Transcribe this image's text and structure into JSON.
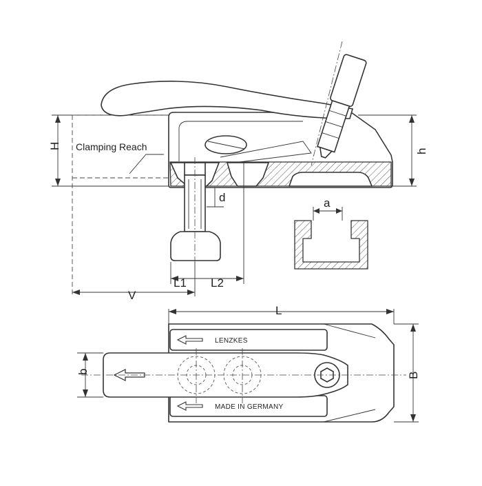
{
  "labels": {
    "clamping_reach": "Clamping Reach",
    "H": "H",
    "h": "h",
    "d": "d",
    "a": "a",
    "L1": "L1",
    "L2": "L2",
    "V": "V",
    "L": "L",
    "b": "b",
    "B": "B",
    "plate_top": "LENZKES",
    "plate_bottom": "MADE IN GERMANY"
  }
}
